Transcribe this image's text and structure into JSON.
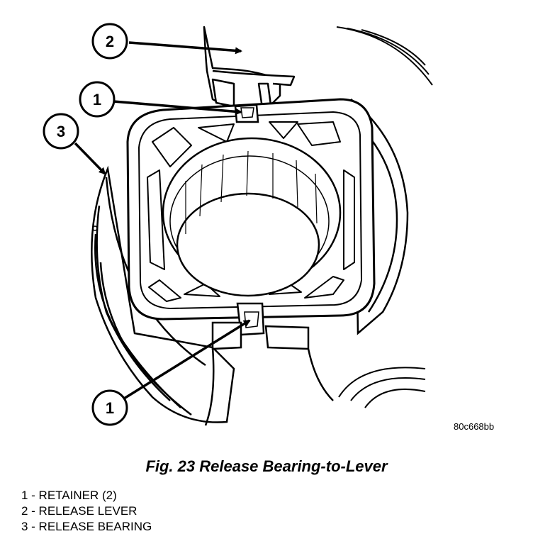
{
  "callouts": {
    "lever": "2",
    "retainer_top": "1",
    "bearing": "3",
    "retainer_bottom": "1"
  },
  "image_code": "80c668bb",
  "caption": "Fig. 23 Release Bearing-to-Lever",
  "legend": [
    "1 - RETAINER (2)",
    "2 - RELEASE LEVER",
    "3 - RELEASE BEARING"
  ]
}
